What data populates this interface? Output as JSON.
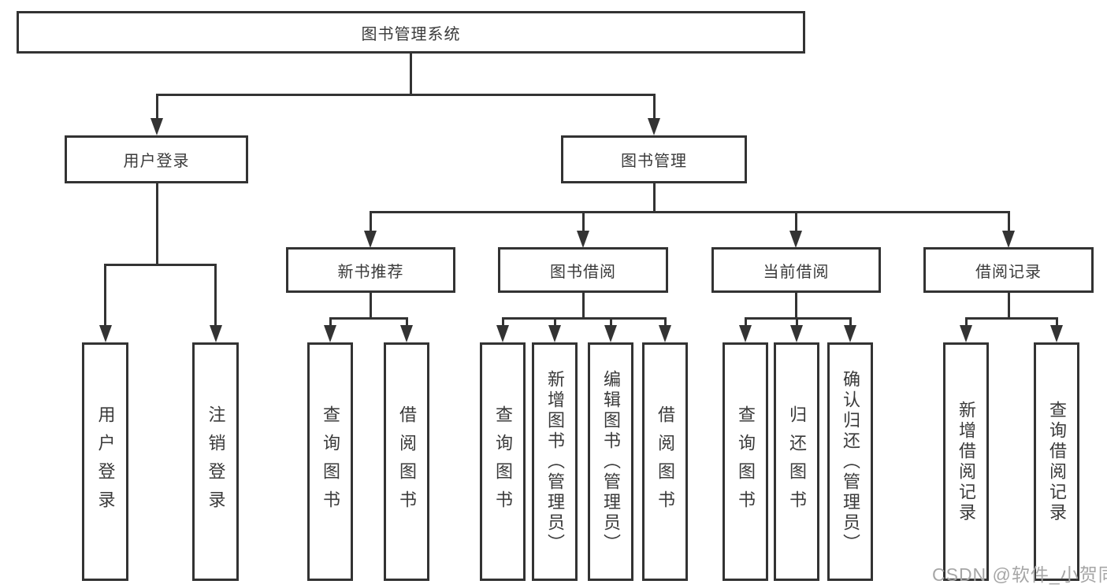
{
  "title": "图书管理系统",
  "tree": {
    "label": "图书管理系统",
    "children": [
      {
        "label": "用户登录",
        "children": [
          {
            "label": "用户登录"
          },
          {
            "label": "注销登录"
          }
        ]
      },
      {
        "label": "图书管理",
        "children": [
          {
            "label": "新书推荐",
            "children": [
              {
                "label": "查询图书"
              },
              {
                "label": "借阅图书"
              }
            ]
          },
          {
            "label": "图书借阅",
            "children": [
              {
                "label": "查询图书"
              },
              {
                "label": "新增图书（管理员）"
              },
              {
                "label": "编辑图书（管理员）"
              },
              {
                "label": "借阅图书"
              }
            ]
          },
          {
            "label": "当前借阅",
            "children": [
              {
                "label": "查询图书"
              },
              {
                "label": "归还图书"
              },
              {
                "label": "确认归还（管理员）"
              }
            ]
          },
          {
            "label": "借阅记录",
            "children": [
              {
                "label": "新增借阅记录"
              },
              {
                "label": "查询借阅记录"
              }
            ]
          }
        ]
      }
    ]
  },
  "watermark": "CSDN @软件_小贺同学",
  "colors": {
    "line": "#333333",
    "text": "#3a3a3a",
    "background": "#ffffff",
    "watermark": "#a6a6a6"
  }
}
